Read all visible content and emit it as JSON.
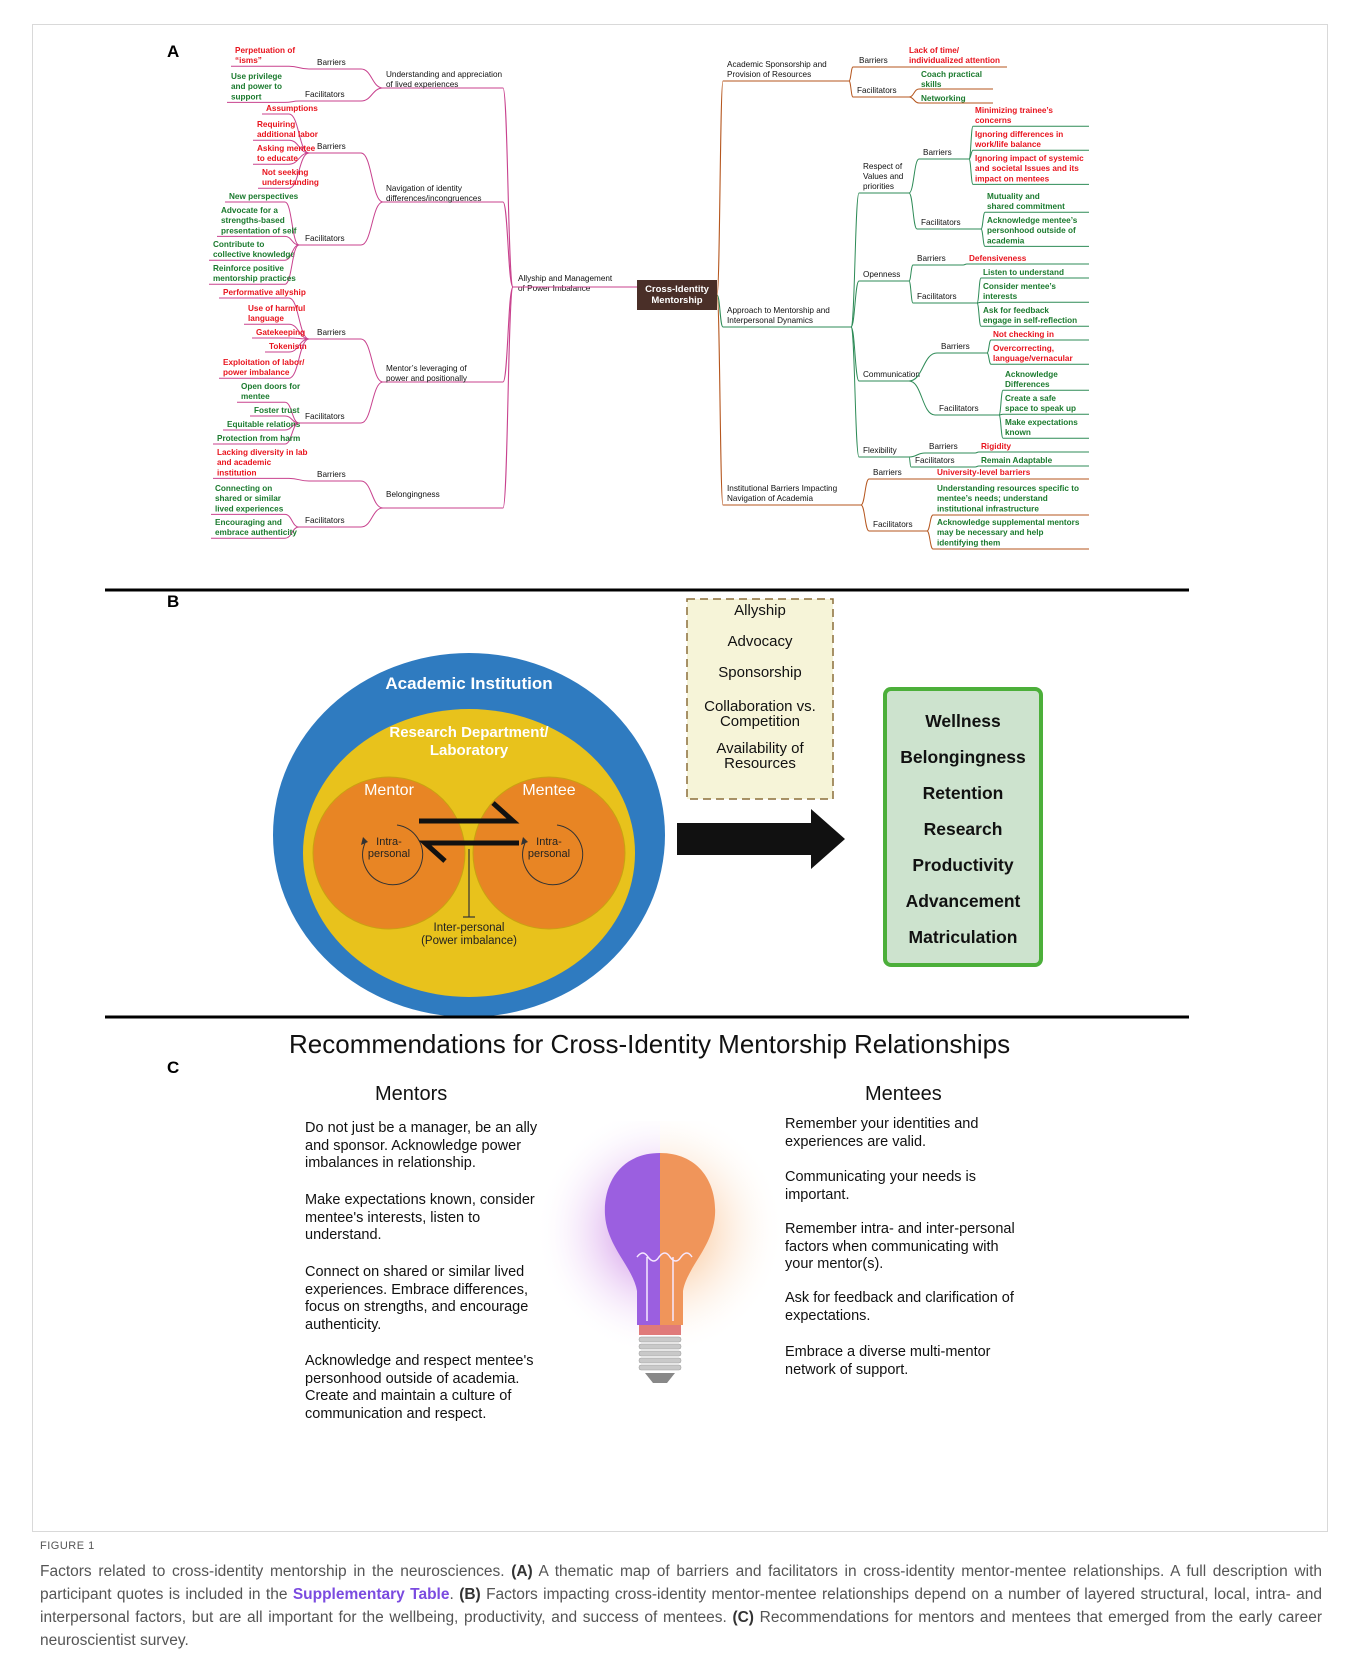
{
  "panelA": {
    "letter": "A",
    "root": [
      "Cross-Identity",
      "Mentorship"
    ],
    "left_themes": [
      {
        "label": [
          "Allyship and Management",
          "of Power Imbalance"
        ],
        "subs": [
          {
            "label": [
              "Understanding and appreciation",
              "of lived experiences"
            ],
            "barriers": [
              [
                "Perpetuation of",
                "“isms”"
              ]
            ],
            "facilitators": [
              [
                "Use privilege",
                "and power to",
                "support"
              ]
            ]
          },
          {
            "label": [
              "Navigation of identity",
              "differences/incongruences"
            ],
            "barriers": [
              [
                "Assumptions"
              ],
              [
                "Requiring",
                "additional labor"
              ],
              [
                "Asking mentee",
                "to educate"
              ],
              [
                "Not seeking",
                "understanding"
              ]
            ],
            "facilitators": [
              [
                "New perspectives"
              ],
              [
                "Advocate for a",
                "strengths-based",
                "presentation of self"
              ],
              [
                "Contribute to",
                "collective knowledge"
              ],
              [
                "Reinforce positive",
                "mentorship practices"
              ]
            ]
          },
          {
            "label": [
              "Mentor’s leveraging of",
              "power and positionally"
            ],
            "barriers": [
              [
                "Performative allyship"
              ],
              [
                "Use of harmful",
                "language"
              ],
              [
                "Gatekeeping"
              ],
              [
                "Tokenism"
              ],
              [
                "Exploitation of labor/",
                "power imbalance"
              ]
            ],
            "facilitators": [
              [
                "Open doors for",
                "mentee"
              ],
              [
                "Foster trust"
              ],
              [
                "Equitable relations"
              ],
              [
                "Protection from harm"
              ]
            ]
          },
          {
            "label": [
              "Belongingness"
            ],
            "barriers": [
              [
                "Lacking diversity in lab",
                "and academic",
                "institution"
              ]
            ],
            "facilitators": [
              [
                "Connecting on",
                "shared or similar",
                "lived experiences"
              ],
              [
                "Encouraging and",
                "embrace authenticity"
              ]
            ]
          }
        ]
      }
    ],
    "right_themes": [
      {
        "label": [
          "Academic Sponsorship and",
          "Provision of Resources"
        ],
        "barriers": [
          [
            "Lack of time/",
            "individualized attention"
          ]
        ],
        "facilitators": [
          [
            "Coach practical",
            "skills"
          ],
          [
            "Networking"
          ]
        ]
      },
      {
        "label": [
          "Approach to Mentorship and",
          "Interpersonal Dynamics"
        ],
        "subs": [
          {
            "label": [
              "Respect of",
              "Values and",
              "priorities"
            ],
            "barriers": [
              [
                "Minimizing trainee’s",
                "concerns"
              ],
              [
                "Ignoring differences in",
                "work/life balance"
              ],
              [
                "Ignoring impact of systemic",
                "and societal Issues and its",
                "impact on mentees"
              ]
            ],
            "facilitators": [
              [
                "Mutuality and",
                "shared commitment"
              ],
              [
                "Acknowledge mentee’s",
                "personhood outside of",
                "academia"
              ]
            ]
          },
          {
            "label": [
              "Openness"
            ],
            "barriers": [
              [
                "Defensiveness"
              ]
            ],
            "facilitators": [
              [
                "Listen to understand"
              ],
              [
                "Consider mentee’s",
                "interests"
              ],
              [
                "Ask for feedback",
                "engage in self-reflection"
              ]
            ]
          },
          {
            "label": [
              "Communication"
            ],
            "barriers": [
              [
                "Not checking in"
              ],
              [
                "Overcorrecting,",
                "language/vernacular"
              ]
            ],
            "facilitators": [
              [
                "Acknowledge",
                "Differences"
              ],
              [
                "Create a safe",
                "space to speak up"
              ],
              [
                "Make expectations",
                "known"
              ]
            ]
          },
          {
            "label": [
              "Flexibility"
            ],
            "barriers": [
              [
                "Rigidity"
              ]
            ],
            "facilitators": [
              [
                "Remain Adaptable"
              ]
            ]
          }
        ]
      },
      {
        "label": [
          "Institutional Barriers Impacting",
          "Navigation of Academia"
        ],
        "barriers": [
          [
            "University-level barriers"
          ]
        ],
        "facilitators": [
          [
            "Understanding resources specific to",
            "mentee’s needs; understand",
            "institutional infrastructure"
          ],
          [
            "Acknowledge supplemental mentors",
            "may be necessary and help",
            "identifying them"
          ]
        ]
      }
    ],
    "barriers_label": "Barriers",
    "facilitators_label": "Facilitators"
  },
  "panelB": {
    "letter": "B",
    "outer": "Academic Institution",
    "middle": [
      "Research Department/",
      "Laboratory"
    ],
    "mentor": "Mentor",
    "mentee": "Mentee",
    "intra": [
      "Intra-",
      "personal"
    ],
    "inter": [
      "Inter-personal",
      "(Power imbalance)"
    ],
    "factors": [
      [
        "Allyship"
      ],
      [
        "Advocacy"
      ],
      [
        "Sponsorship"
      ],
      [
        "Collaboration vs.",
        "Competition"
      ],
      [
        "Availability of",
        "Resources"
      ]
    ],
    "outcomes": [
      "Wellness",
      "Belongingness",
      "Retention",
      "Research",
      "Productivity",
      "Advancement",
      "Matriculation"
    ],
    "colors": {
      "outer": "#2f7bc0",
      "middle": "#e8c21c",
      "circle": "#e88524",
      "outcome_border": "#4caf3a",
      "outcome_fill": "#cde3ce",
      "factor_fill": "#f6f4d8"
    }
  },
  "panelC": {
    "letter": "C",
    "title": "Recommendations for Cross-Identity Mentorship Relationships",
    "mentors_head": "Mentors",
    "mentees_head": "Mentees",
    "mentors": [
      [
        "Do not just be a manager, be an ally",
        "and sponsor. Acknowledge power",
        "imbalances in relationship."
      ],
      [
        "Make expectations known, consider",
        "mentee's interests, listen to",
        "understand."
      ],
      [
        "Connect on shared or similar lived",
        "experiences. Embrace differences,",
        "focus on strengths, and encourage",
        "authenticity."
      ],
      [
        "Acknowledge and respect mentee's",
        "personhood outside of academia.",
        "Create and maintain a culture of",
        "communication and respect."
      ]
    ],
    "mentees": [
      [
        "Remember your identities and",
        "experiences are valid."
      ],
      [
        "Communicating your needs is",
        "important."
      ],
      [
        "Remember intra- and inter-personal",
        "factors when communicating with",
        "your mentor(s)."
      ],
      [
        "Ask for feedback and clarification of",
        "expectations."
      ],
      [
        "Embrace a diverse multi-mentor",
        "network of support."
      ]
    ],
    "bulb_icon": "lightbulb-icon"
  },
  "caption": {
    "label": "FIGURE 1",
    "t1": "Factors related to cross-identity mentorship in the neurosciences. ",
    "a": "(A)",
    "t2": " A thematic map of barriers and facilitators in cross-identity mentor-mentee relationships. A full description with participant quotes is included in the ",
    "link": "Supplementary Table",
    "t3": ". ",
    "b": "(B)",
    "t4": " Factors impacting cross-identity mentor-mentee relationships depend on a number of layered structural, local, intra- and interpersonal factors, but are all important for the wellbeing, productivity, and success of mentees. ",
    "c": "(C)",
    "t5": " Recommendations for mentors and mentees that emerged from the early career neuroscientist survey."
  }
}
